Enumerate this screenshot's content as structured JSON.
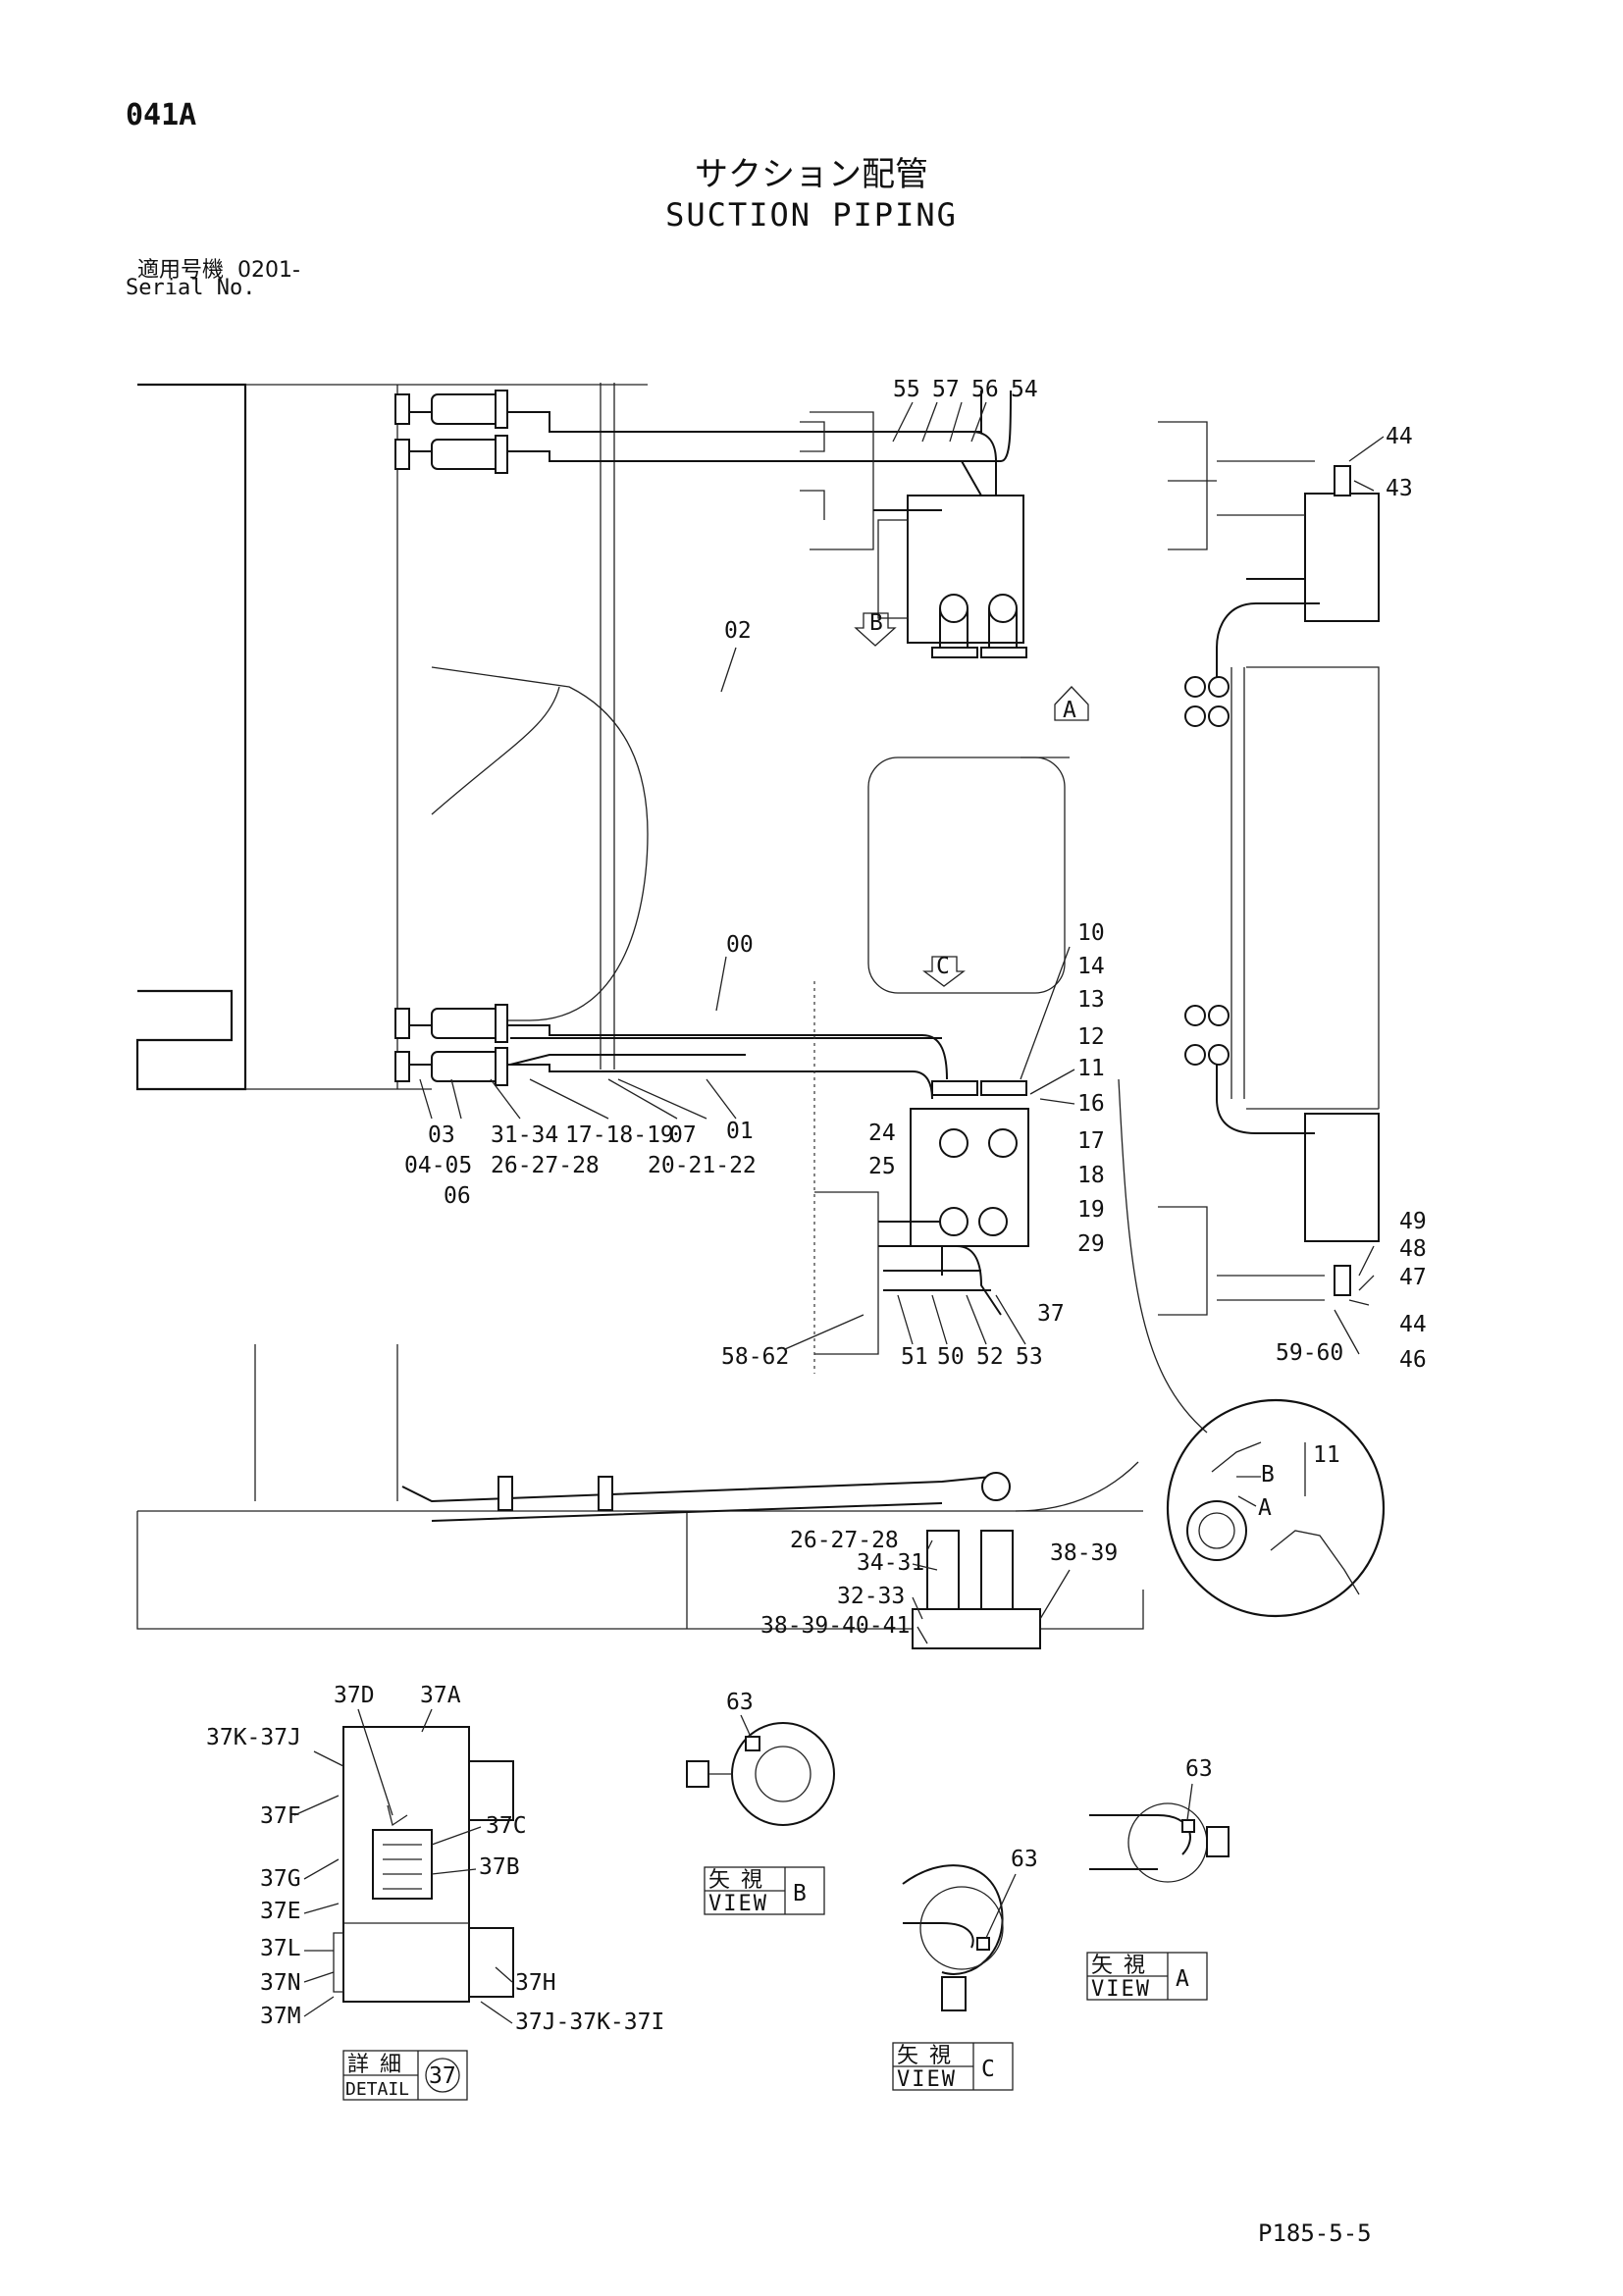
{
  "header": {
    "page_code": "041A",
    "title_jp": "サクション配管",
    "title_en": "SUCTION PIPING",
    "serial_label_jp": "適用号機",
    "serial_value": "0201-",
    "serial_label_en": "Serial No."
  },
  "footer": {
    "page_ref": "P185-5-5"
  },
  "callouts": {
    "top_pump": [
      "55",
      "57",
      "56",
      "54"
    ],
    "right_top": [
      "44",
      "43"
    ],
    "right_bottom": [
      "49",
      "48",
      "47",
      "44",
      "46",
      "59-60"
    ],
    "pipe_02": "02",
    "pipe_00": "00",
    "pipe_01": "01",
    "mid_right": [
      "10",
      "14",
      "13",
      "12",
      "11",
      "16",
      "17",
      "18",
      "19",
      "29"
    ],
    "bottom_left": [
      "03",
      "04-05",
      "06",
      "31-34",
      "26-27-28",
      "17-18-19",
      "07",
      "20-21-22"
    ],
    "lower_pump_left": [
      "24",
      "25"
    ],
    "lower_pump_bottom": [
      "58-62",
      "51",
      "50",
      "52",
      "53",
      "37"
    ],
    "side_view": [
      "26-27-28",
      "34-31",
      "32-33",
      "38-39-40-41",
      "38-39"
    ],
    "detail_a": [
      "11",
      "B",
      "A"
    ],
    "detail37": [
      "37D",
      "37A",
      "37K-37J",
      "37F",
      "37C",
      "37G",
      "37B",
      "37E",
      "37L",
      "37N",
      "37M",
      "37H",
      "37J-37K-37I"
    ],
    "view_callouts": [
      "63",
      "63",
      "63"
    ]
  },
  "markers": {
    "A": "A",
    "B": "B",
    "C": "C"
  },
  "boxes": {
    "view_b": {
      "jp": "矢 視",
      "en": "VIEW",
      "letter": "B"
    },
    "view_c": {
      "jp": "矢 視",
      "en": "VIEW",
      "letter": "C"
    },
    "view_a": {
      "jp": "矢 視",
      "en": "VIEW",
      "letter": "A"
    },
    "detail": {
      "jp": "詳 細",
      "en": "DETAIL",
      "num": "37"
    }
  }
}
